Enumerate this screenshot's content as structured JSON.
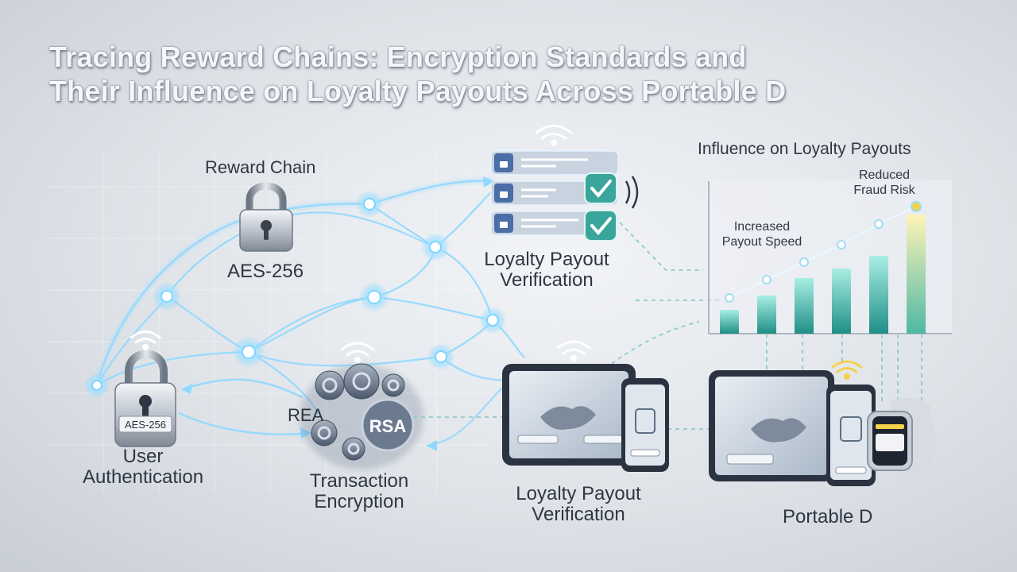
{
  "title": {
    "line1": "Tracing Reward Chains: Encryption Standards and",
    "line2": "Their Influence on Loyalty Payouts Across Portable D"
  },
  "labels": {
    "reward_chain": "Reward Chain",
    "aes_top": "AES-256",
    "lock_badge": "AES-256",
    "user_auth_1": "User",
    "user_auth_2": "Authentication",
    "rea": "REA",
    "rsa": "RSA",
    "transaction_1": "Transaction",
    "transaction_2": "Encryption",
    "verification_top_1": "Loyalty Payout",
    "verification_top_2": "Verification",
    "verification_bottom_1": "Loyalty Payout",
    "verification_bottom_2": "Verification",
    "portable": "Portable D"
  },
  "chart_data": {
    "type": "bar",
    "title": "Influence on Loyalty Payouts",
    "annotations": [
      {
        "text_1": "Increased",
        "text_2": "Payout Speed"
      },
      {
        "text_1": "Reduced",
        "text_2": "Fraud Risk"
      }
    ],
    "values": [
      30,
      48,
      70,
      82,
      98,
      150
    ],
    "trend": [
      45,
      68,
      90,
      112,
      138,
      160
    ],
    "colors": {
      "bar": "#3fb6a8",
      "last_bar": "#f2c94c"
    }
  },
  "colors": {
    "accent": "#7fd3ff",
    "check": "#3aa59a"
  }
}
